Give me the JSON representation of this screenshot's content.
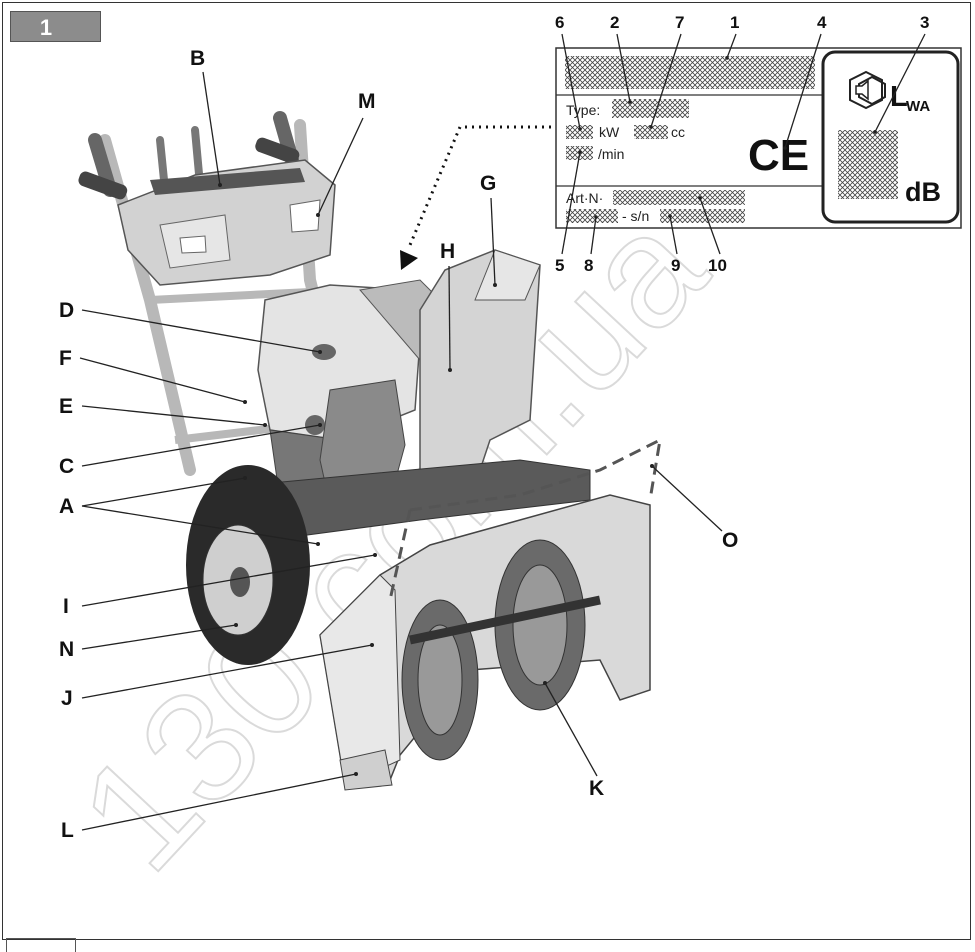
{
  "figure_number": "1",
  "part_labels": [
    "A",
    "B",
    "C",
    "D",
    "E",
    "F",
    "G",
    "H",
    "I",
    "J",
    "K",
    "L",
    "M",
    "N",
    "O"
  ],
  "plate": {
    "numbers": [
      "6",
      "2",
      "7",
      "1",
      "4",
      "3",
      "5",
      "8",
      "9",
      "10"
    ],
    "type_label": "Type:",
    "kw_label": "kW",
    "cc_label": "cc",
    "rpm_label": "/min",
    "art_label": "Art·N·",
    "sn_label": "- s/n",
    "ce_mark": "CE",
    "lwa_label": "L",
    "lwa_sub": "WA",
    "db_label": "dB"
  },
  "watermark": "130.com.ua",
  "colors": {
    "body_gray": "#c9c9c9",
    "dark_gray": "#555555",
    "tire": "#2a2a2a",
    "plate_hatch": "#444444"
  }
}
